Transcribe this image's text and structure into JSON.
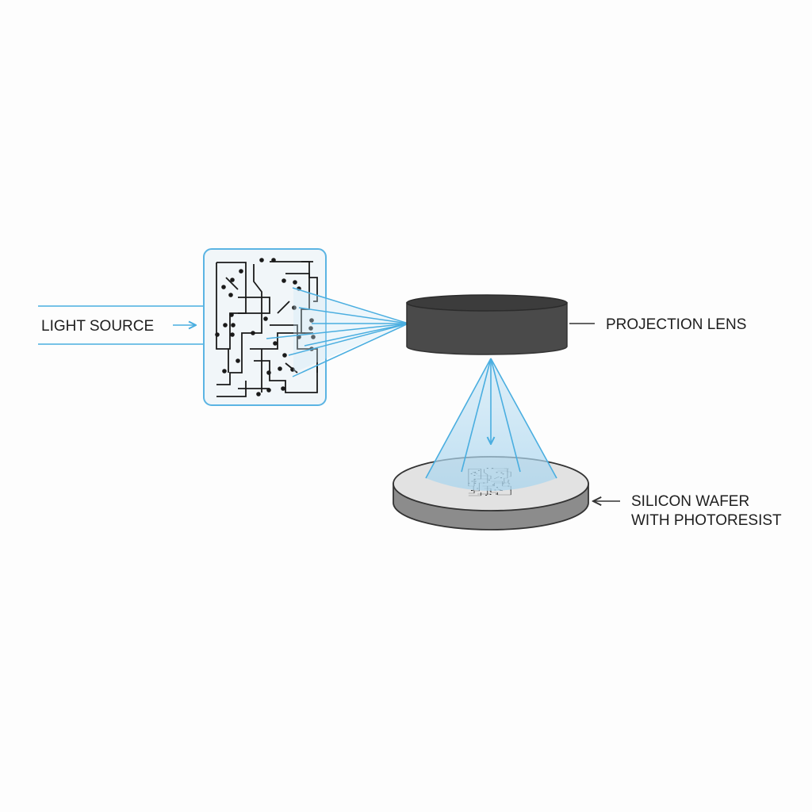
{
  "labels": {
    "light_source": "LIGHT SOURCE",
    "projection_lens": "PROJECTION LENS",
    "wafer_line1": "SILICON WAFER",
    "wafer_line2": "WITH PHOTORESIST"
  },
  "colors": {
    "light": "#4aaee0",
    "lens": "#4a4a4a",
    "wafer_top": "#e2e2e2",
    "wafer_side": "#8c8c8c",
    "mask_border": "#5bb4e3"
  }
}
